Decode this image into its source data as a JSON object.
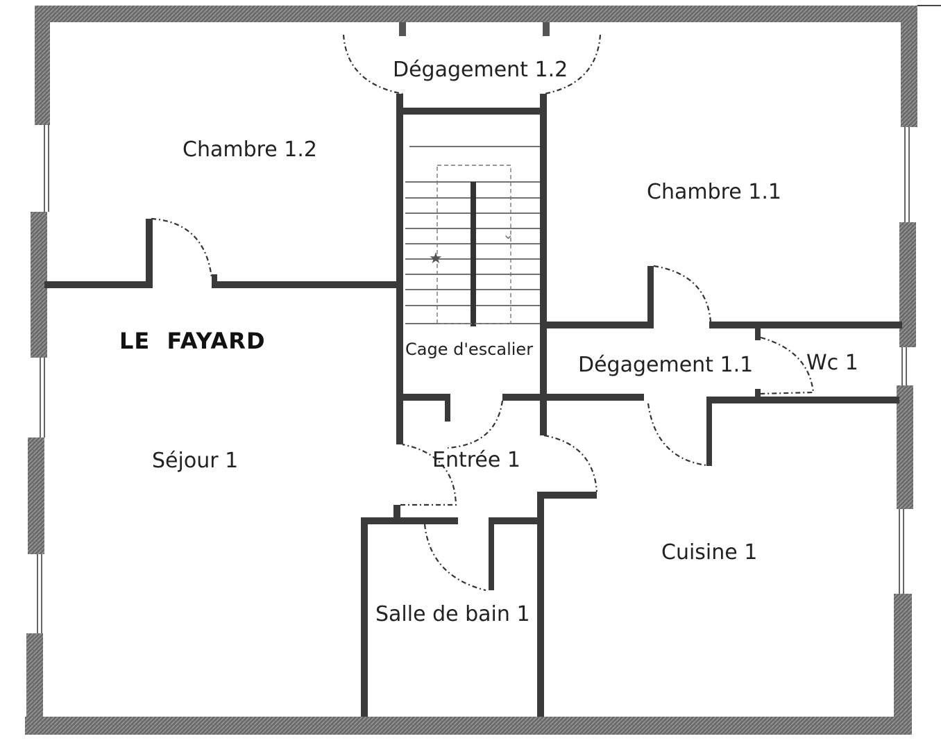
{
  "plan": {
    "title": "LE  FAYARD",
    "rooms": {
      "degagement_1_2": "Dégagement 1.2",
      "chambre_1_2": "Chambre 1.2",
      "chambre_1_1": "Chambre 1.1",
      "cage_escalier": "Cage d'escalier",
      "degagement_1_1": "Dégagement 1.1",
      "wc_1": "Wc 1",
      "sejour_1": "Séjour 1",
      "entree_1": "Entrée 1",
      "cuisine_1": "Cuisine 1",
      "salle_de_bain_1": "Salle de bain 1"
    }
  }
}
